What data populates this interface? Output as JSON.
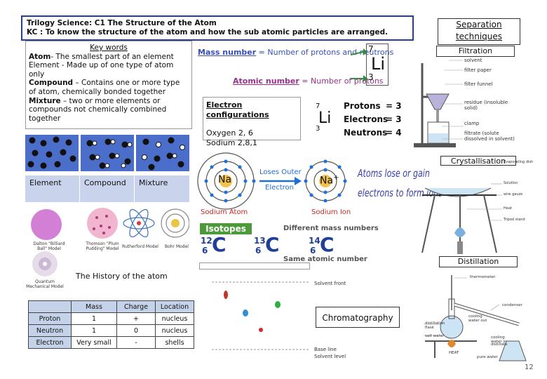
{
  "header": {
    "line1": "Trilogy Science: C1 The Structure of the Atom",
    "line2": "KC : To know the structure of the atom and how the sub atomic particles are arranged."
  },
  "keywords": {
    "title": "Key words",
    "atom_term": "Atom",
    "atom_def": "- The smallest part of an element",
    "element_def": "Element - Made up of one type of atom only",
    "compound_term": "Compound",
    "compound_def": " – Contains one or more type of atom, chemically bonded together",
    "mixture_term": "Mixture",
    "mixture_def": " – two or more elements or compounds not chemically combined together"
  },
  "particles": {
    "element": "Element",
    "compound": "Compound",
    "mixture": "Mixture"
  },
  "history": {
    "title": "The History of the atom",
    "models": [
      "Dalton \"Billiard Ball\" Model",
      "Thomson \"Plum Pudding\" Model",
      "Rutherford Model",
      "Bohr Model",
      "Quantum Mechanical Model"
    ]
  },
  "particle_table": {
    "headers": [
      "",
      "Mass",
      "Charge",
      "Location"
    ],
    "rows": [
      [
        "Proton",
        "1",
        "+",
        "nucleus"
      ],
      [
        "Neutron",
        "1",
        "0",
        "nucleus"
      ],
      [
        "Electron",
        "Very small",
        "-",
        "shells"
      ]
    ]
  },
  "mass_number": {
    "mass_label": "Mass number",
    "mass_eq": " = Number of protons and neutrons",
    "atomic_label": "Atomic number",
    "atomic_eq": " = Number of protons",
    "top_num": "7",
    "symbol": "Li",
    "bottom_num": "3"
  },
  "electron_config": {
    "title": "Electron configurations",
    "oxygen": "Oxygen 2, 6",
    "sodium": "Sodium 2,8,1",
    "protons": "Protons",
    "protons_val": "= 3",
    "electrons": "Electrons",
    "electrons_val": "= 3",
    "neutrons": "Neutrons",
    "neutrons_val": "= 4"
  },
  "ions": {
    "loses_outer": "Loses Outer",
    "electron": "Electron",
    "na": "Na",
    "na_ion": "Na",
    "plus": "+",
    "sodium_atom": "Sodium Atom",
    "sodium_ion": "Sodium Ion",
    "handwritten1": "Atoms lose or gain",
    "handwritten2": "electrons to form ions"
  },
  "isotopes": {
    "label": "Isotopes",
    "different": "Different mass numbers",
    "same": "Same atomic number",
    "iso1_top": "12",
    "iso1_bottom": "6",
    "iso2_top": "13",
    "iso2_bottom": "6",
    "iso3_top": "14",
    "iso3_bottom": "6",
    "symbol": "C"
  },
  "separation": {
    "title": "Separation techniques",
    "filtration": "Filtration",
    "crystallisation": "Crystallisation",
    "distillation": "Distillation",
    "chromatography": "Chromatography",
    "filt_labels": [
      "solvent",
      "filter paper",
      "filter funnel",
      "residue (insoluble solid)",
      "clamp",
      "filtrate (solute dissolved in solvent)"
    ],
    "cryst_labels": [
      "Evaporating dish",
      "Solution",
      "wire gauze",
      "Heat",
      "Tripod stand"
    ],
    "dist_labels": [
      "thermometer",
      "condenser",
      "cooling water out",
      "cooling water in",
      "distillate",
      "distillation flask",
      "salt water",
      "HEAT",
      "pure water"
    ],
    "chrom_labels": [
      "Solvent front",
      "Base line",
      "Solvent level"
    ]
  },
  "page_number": "12"
}
